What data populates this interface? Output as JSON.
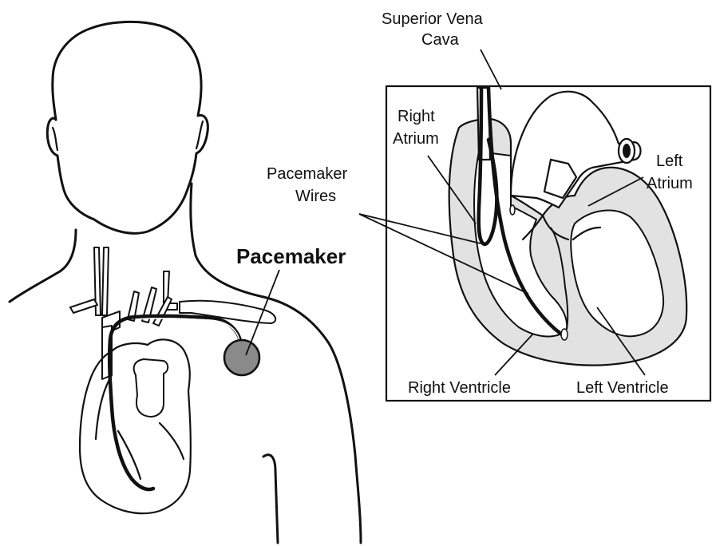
{
  "labels": {
    "superior_vena_cava_line1": "Superior Vena",
    "superior_vena_cava_line2": "Cava",
    "right_atrium_line1": "Right",
    "right_atrium_line2": "Atrium",
    "pacemaker_wires_line1": "Pacemaker",
    "pacemaker_wires_line2": "Wires",
    "pacemaker": "Pacemaker",
    "left_atrium_line1": "Left",
    "left_atrium_line2": "Atrium",
    "right_ventricle": "Right Ventricle",
    "left_ventricle": "Left Ventricle"
  },
  "colors": {
    "outline": "#111111",
    "heart_wall": "#e2e2e2",
    "pacemaker_device": "#8a8a8a",
    "background": "#ffffff"
  }
}
